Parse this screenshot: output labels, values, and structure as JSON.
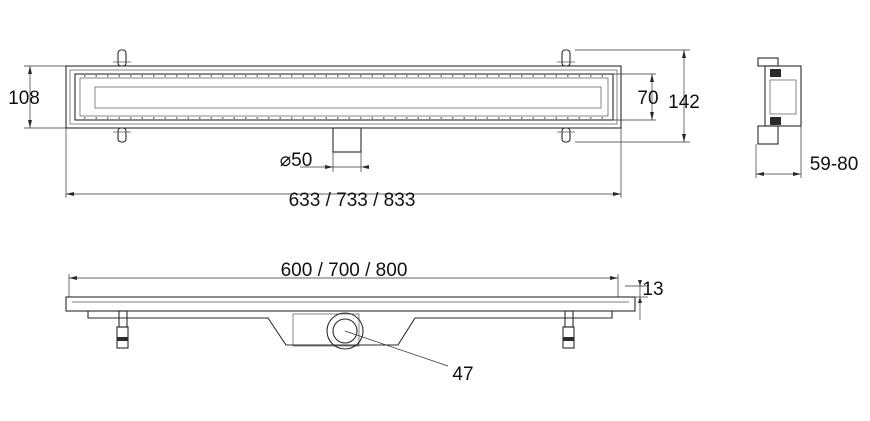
{
  "top_view": {
    "dim_length_overall": "633 / 733 / 833",
    "dim_height": "108",
    "dim_inner_height": "70",
    "dim_total_height": "142",
    "dim_outlet": "⌀50"
  },
  "side_view": {
    "dim_depth": "59-80"
  },
  "bottom_view": {
    "dim_channel_length": "600 / 700 / 800",
    "dim_flange": "13",
    "dim_outlet_label": "47"
  }
}
